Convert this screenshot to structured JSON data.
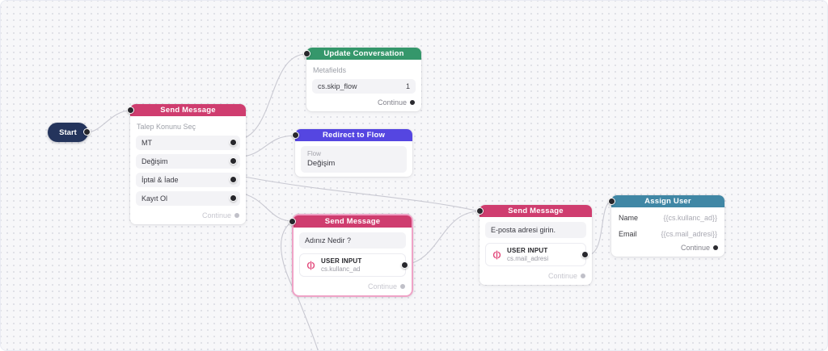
{
  "colors": {
    "canvas_bg": "#f7f7f9",
    "send_message_header": "#cf3d6f",
    "update_conversation_header": "#35976b",
    "redirect_to_flow_header": "#5546e1",
    "assign_user_header": "#4087a5",
    "start_node_bg": "#24345c",
    "selected_node_ring": "#efa3c7",
    "edge_line": "#c9c9d2"
  },
  "nodes": {
    "start": {
      "label": "Start"
    },
    "send_message_1": {
      "title": "Send Message",
      "prompt": "Talep Konunu Seç",
      "options": [
        "MT",
        "Değişim",
        "İptal & İade",
        "Kayıt Ol"
      ],
      "continue_label": "Continue"
    },
    "update_conversation": {
      "title": "Update Conversation",
      "section_label": "Metafields",
      "field_key": "cs.skip_flow",
      "field_value": "1",
      "continue_label": "Continue"
    },
    "redirect_to_flow": {
      "title": "Redirect to Flow",
      "field_label": "Flow",
      "field_value": "Değişim"
    },
    "send_message_2": {
      "title": "Send Message",
      "message": "Adınız Nedir ?",
      "input_label": "USER INPUT",
      "variable": "cs.kullanc_ad",
      "continue_label": "Continue"
    },
    "send_message_3": {
      "title": "Send Message",
      "message": "E-posta adresi girin.",
      "input_label": "USER INPUT",
      "variable": "cs.mail_adresi",
      "continue_label": "Continue"
    },
    "assign_user": {
      "title": "Assign User",
      "fields": [
        {
          "label": "Name",
          "value": "{{cs.kullanc_ad}}"
        },
        {
          "label": "Email",
          "value": "{{cs.mail_adresi}}"
        }
      ],
      "continue_label": "Continue"
    }
  }
}
